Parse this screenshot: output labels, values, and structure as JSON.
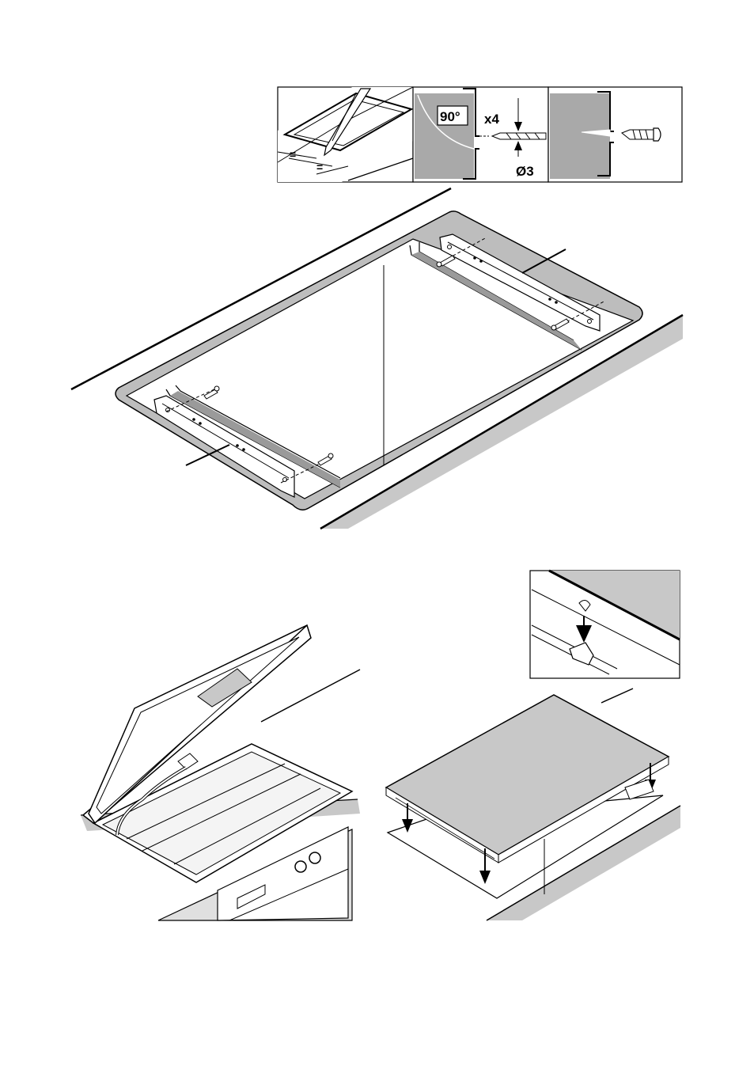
{
  "steps": {
    "angle": {
      "value": "90°"
    },
    "quantity": {
      "value": "x4"
    },
    "drill_diameter": {
      "value": "Ø3"
    },
    "equal_marks": [
      "=",
      "="
    ]
  },
  "colors": {
    "worktop_grey": "#c8c8c8",
    "panel_grey": "#a9a9a9",
    "line": "#000000",
    "background": "#ffffff"
  }
}
